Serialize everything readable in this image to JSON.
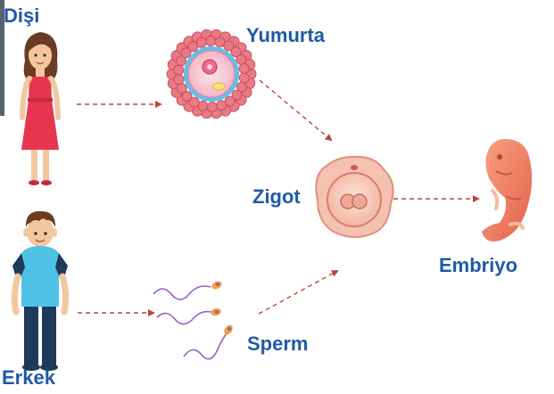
{
  "labels": {
    "female": "Dişi",
    "male": "Erkek",
    "egg": "Yumurta",
    "sperm": "Sperm",
    "zygote": "Zigot",
    "embryo": "Embriyo"
  },
  "colors": {
    "label_text": "#1f5aa6",
    "arrow": "#b5483e",
    "dress": "#e8354f",
    "shirt": "#4fc3e6",
    "pants": "#1d3a5c",
    "skin": "#f2c7a0",
    "embryo": "#f08766",
    "egg_ring": "#5bc3e8",
    "zygote": "#f8d0c4"
  },
  "icons": [
    "female-figure",
    "male-figure",
    "egg-cell",
    "sperm-cells",
    "zygote-cell",
    "embryo-figure"
  ]
}
